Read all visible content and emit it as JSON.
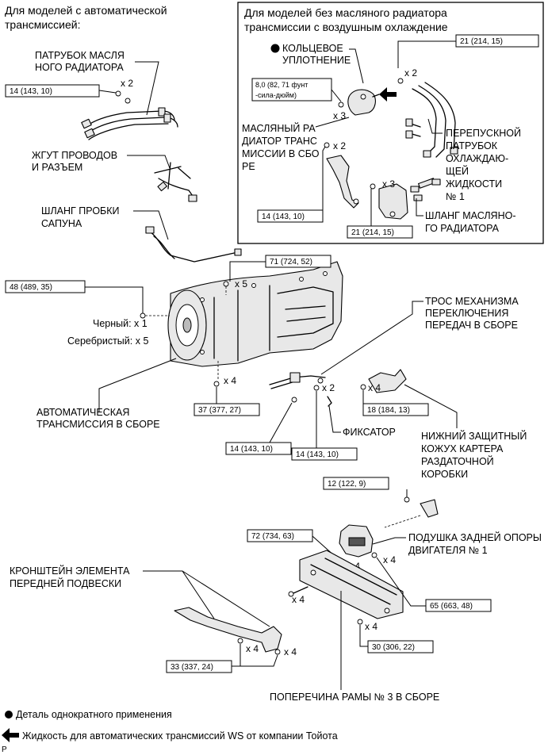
{
  "header": {
    "auto_line1": "Для моделей с автоматической",
    "auto_line2": "трансмиссией:",
    "inset_line1": "Для моделей без масляного радиатора",
    "inset_line2": "трансмиссии с воздушным охлаждение"
  },
  "labels": {
    "cooler_pipe": [
      "ПАТРУБОК МАСЛЯ",
      "НОГО РАДИАТОРА"
    ],
    "wire_harness": [
      "ЖГУТ ПРОВОДОВ",
      "И РАЗЪЕМ"
    ],
    "breather_hose": [
      "ШЛАНГ ПРОБКИ",
      "САПУНА"
    ],
    "o_ring": [
      "КОЛЬЦЕВОЕ",
      "УПЛОТНЕНИЕ"
    ],
    "oil_cooler_assy": [
      "МАСЛЯНЫЙ РА",
      "ДИАТОР ТРАНС",
      "МИССИИ В СБО",
      "РЕ"
    ],
    "bypass_pipe": [
      "ПЕРЕПУСКНОЙ",
      "ПАТРУБОК",
      "ОХЛАЖДАЮ-",
      "ЩЕЙ",
      "ЖИДКОСТИ",
      "№ 1"
    ],
    "oil_cooler_hose": [
      "ШЛАНГ МАСЛЯНО-",
      "ГО РАДИАТОРА"
    ],
    "shift_cable": [
      "ТРОС МЕХАНИЗМА",
      "ПЕРЕКЛЮЧЕНИЯ",
      "ПЕРЕДАЧ В СБОРЕ"
    ],
    "black": "Черный: x 1",
    "silver": "Серебристый: x 5",
    "auto_trans": [
      "АВТОМАТИЧЕСКАЯ",
      "ТРАНСМИССИЯ В СБОРЕ"
    ],
    "clip": "ФИКСАТОР",
    "transfer_cover": [
      "НИЖНИЙ ЗАЩИТНЫЙ",
      "КОЖУХ КАРТЕРА",
      "РАЗДАТОЧНОЙ",
      "КОРОБКИ"
    ],
    "engine_mount": [
      "ПОДУШКА ЗАДНЕЙ ОПОРЫ",
      "ДВИГАТЕЛЯ № 1"
    ],
    "suspension_bracket": [
      "КРОНШТЕЙН ЭЛЕМЕНТА",
      "ПЕРЕДНЕЙ ПОДВЕСКИ"
    ],
    "crossmember": "ПОПЕРЕЧИНА РАМЫ № 3 В СБОРЕ"
  },
  "specs": {
    "s_14_cooler": "14 (143, 10)",
    "s_21_top": "21 (214, 15)",
    "s_8_line1": "8,0 (82, 71 фунт",
    "s_8_line2": "-сила-дюйм)",
    "s_14_inset": "14 (143, 10)",
    "s_21_bottom": "21 (214, 15)",
    "s_71": "71 (724, 52)",
    "s_48": "48 (489, 35)",
    "s_37": "37 (377, 27)",
    "s_18": "18 (184, 13)",
    "s_14_a": "14 (143, 10)",
    "s_14_b": "14 (143, 10)",
    "s_12": "12 (122, 9)",
    "s_72": "72 (734, 63)",
    "s_65": "65 (663, 48)",
    "s_30": "30 (306, 22)",
    "s_33": "33 (337, 24)"
  },
  "quantities": {
    "q_cooler": "x 2",
    "q_top": "x 2",
    "q_3a": "x 3",
    "q_2b": "x 2",
    "q_3b": "x 3",
    "q_5": "x 5",
    "q_4a": "x 4",
    "q_2c": "x 2",
    "q_4b": "x 4",
    "q_4c": "x 4",
    "q_4d": "x 4",
    "q_4e": "x 4",
    "q_4f": "x 4",
    "q_4g": "x 4",
    "q_4h": "x 4"
  },
  "legend": {
    "non_reusable": "Деталь однократного применения",
    "fluid": "Жидкость для автоматических трансмиссий WS от компании Тойота"
  },
  "footer_mark": "P"
}
